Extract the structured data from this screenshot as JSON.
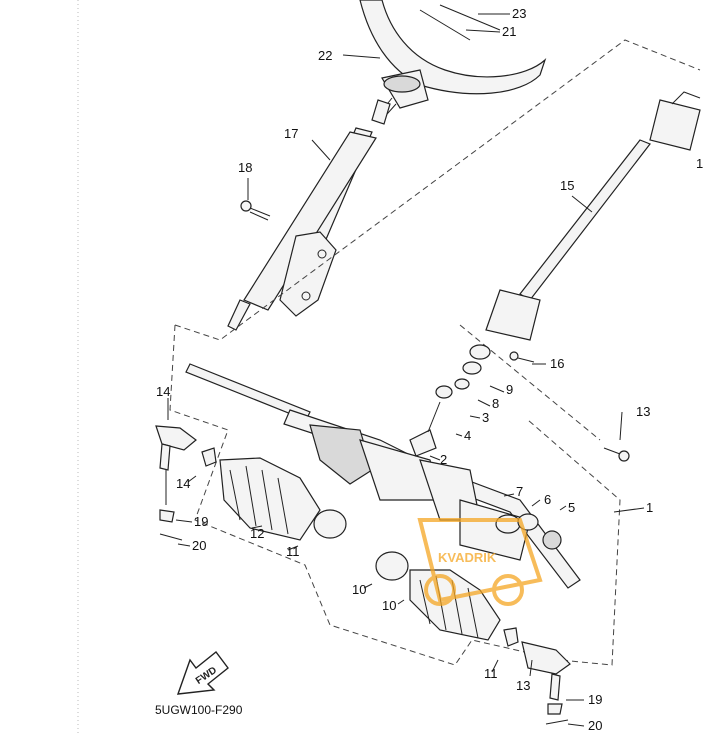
{
  "drawing_code": "5UGW100-F290",
  "fwd_label": "FWD",
  "watermark_text": "KVADRIK",
  "watermark_color": "#f5a623",
  "labels": [
    "1",
    "1",
    "2",
    "3",
    "4",
    "5",
    "6",
    "7",
    "8",
    "9",
    "10",
    "10",
    "11",
    "11",
    "12",
    "13",
    "13",
    "14",
    "14",
    "15",
    "16",
    "17",
    "18",
    "19",
    "19",
    "20",
    "20",
    "21",
    "22",
    "23"
  ]
}
